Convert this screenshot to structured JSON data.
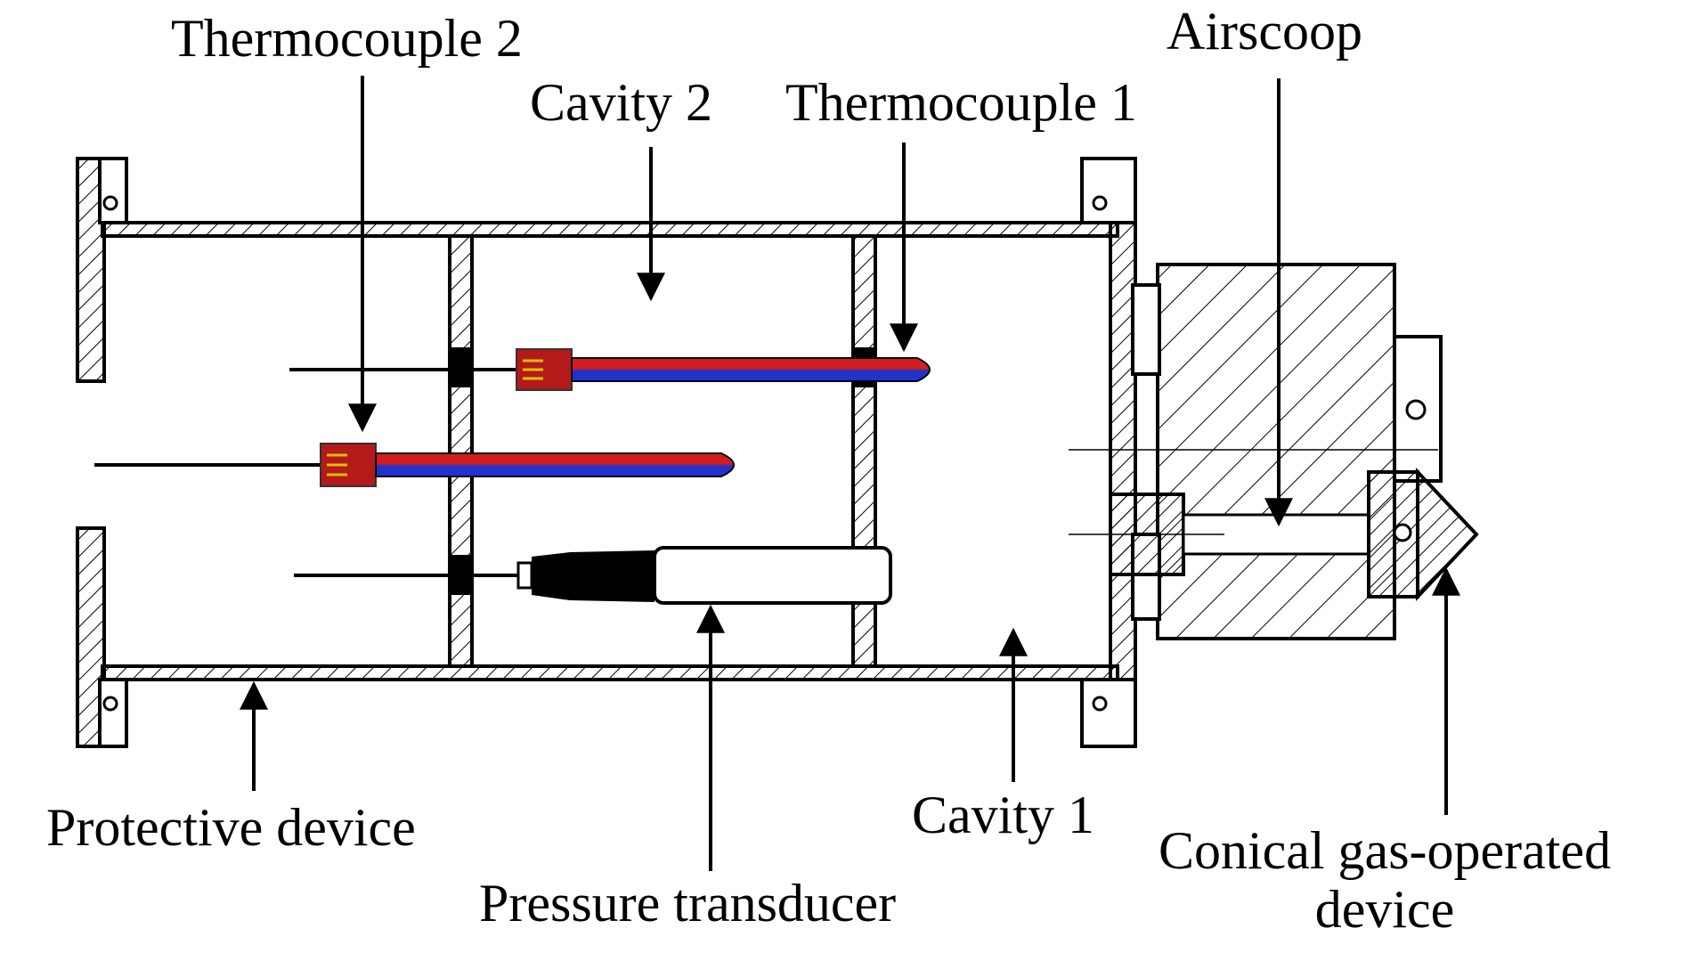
{
  "labels": {
    "thermocouple2": "Thermocouple 2",
    "cavity2": "Cavity 2",
    "thermocouple1": "Thermocouple 1",
    "airscoop": "Airscoop",
    "protective_device": "Protective device",
    "cavity1": "Cavity 1",
    "pressure_transducer": "Pressure transducer",
    "conical_line1": "Conical gas-operated",
    "conical_line2": "device"
  },
  "colors": {
    "line": "#000000",
    "thermocouple_red": "#d21e1e",
    "thermocouple_blue": "#2233cc",
    "connector": "#b41a1a",
    "pin": "#e0c000"
  }
}
